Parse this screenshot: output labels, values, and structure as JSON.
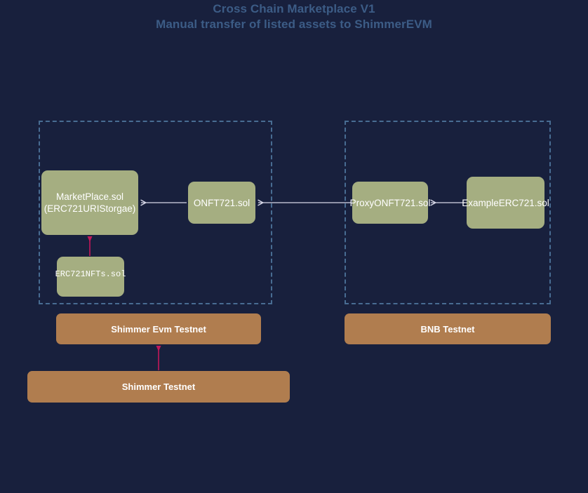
{
  "title": {
    "line1": "Cross Chain Marketplace V1",
    "line2": "Manual transfer of listed assets to ShimmerEVM",
    "color": "#3c5c86"
  },
  "colors": {
    "background": "#18203d",
    "contract_fill": "#a5ae81",
    "chain_fill": "#b07d4f",
    "group_border": "#486c92",
    "edge_light": "#d7d8e8",
    "edge_pink": "#c2185b",
    "node_text": "#ffffff"
  },
  "groups": [
    {
      "id": "group-shimmer",
      "label": "Shimmer Evm Testnet group",
      "border_style": "dashed"
    },
    {
      "id": "group-bnb",
      "label": "BNB Testnet group",
      "border_style": "dashed"
    }
  ],
  "nodes": [
    {
      "id": "node-marketplace",
      "label": "MarketPlace.sol\n(ERC721URIStorgae)",
      "line1": "MarketPlace.sol",
      "line2": "(ERC721URIStorgae)",
      "type": "contract",
      "font": "sans"
    },
    {
      "id": "node-onft721",
      "label": "ONFT721.sol",
      "type": "contract",
      "font": "sans"
    },
    {
      "id": "node-proxyonft721",
      "label": "ProxyONFT721.sol",
      "type": "contract",
      "font": "sans"
    },
    {
      "id": "node-exampleerc721",
      "label": "ExampleERC721.sol",
      "type": "contract",
      "font": "sans"
    },
    {
      "id": "node-erc721nfts",
      "label": "ERC721NFTs.sol",
      "type": "contract",
      "font": "mono"
    }
  ],
  "chains": [
    {
      "id": "chain-shimmer-evm",
      "label": "Shimmer Evm Testnet"
    },
    {
      "id": "chain-bnb",
      "label": "BNB Testnet"
    },
    {
      "id": "chain-shimmer",
      "label": "Shimmer Testnet"
    }
  ],
  "edges": [
    {
      "id": "edge-onft721-to-marketplace",
      "from": "ONFT721.sol",
      "to": "MarketPlace.sol",
      "color": "#d7d8e8",
      "style": "solid",
      "arrow": "open"
    },
    {
      "id": "edge-proxyonft721-to-onft721",
      "from": "ProxyONFT721.sol",
      "to": "ONFT721.sol",
      "color": "#d7d8e8",
      "style": "solid",
      "arrow": "open"
    },
    {
      "id": "edge-exampleerc721-to-proxyonft721",
      "from": "ExampleERC721.sol",
      "to": "ProxyONFT721.sol",
      "color": "#d7d8e8",
      "style": "solid",
      "arrow": "open"
    },
    {
      "id": "edge-erc721nfts-to-marketplace",
      "from": "ERC721NFTs.sol",
      "to": "MarketPlace.sol",
      "color": "#c2185b",
      "style": "solid",
      "arrow": "filled"
    },
    {
      "id": "edge-shimmer-to-shimmer-evm",
      "from": "Shimmer Testnet",
      "to": "Shimmer Evm Testnet",
      "color": "#c2185b",
      "style": "solid",
      "arrow": "filled"
    }
  ]
}
